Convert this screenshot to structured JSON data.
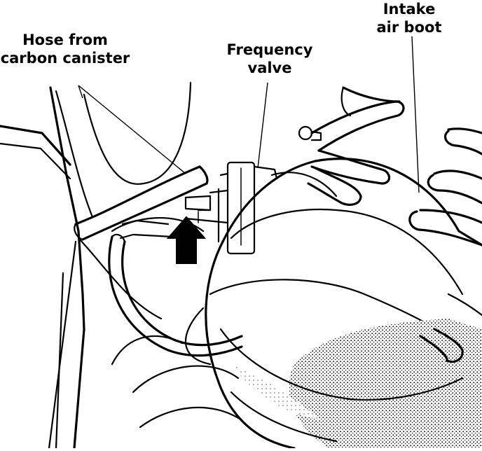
{
  "labels": {
    "hose": [
      "Hose from",
      "carbon canister"
    ],
    "valve": [
      "Frequency",
      "valve"
    ],
    "boot": [
      "Intake",
      "air boot"
    ]
  },
  "colors": {
    "ink": "#000000",
    "paper": "#ffffff"
  }
}
